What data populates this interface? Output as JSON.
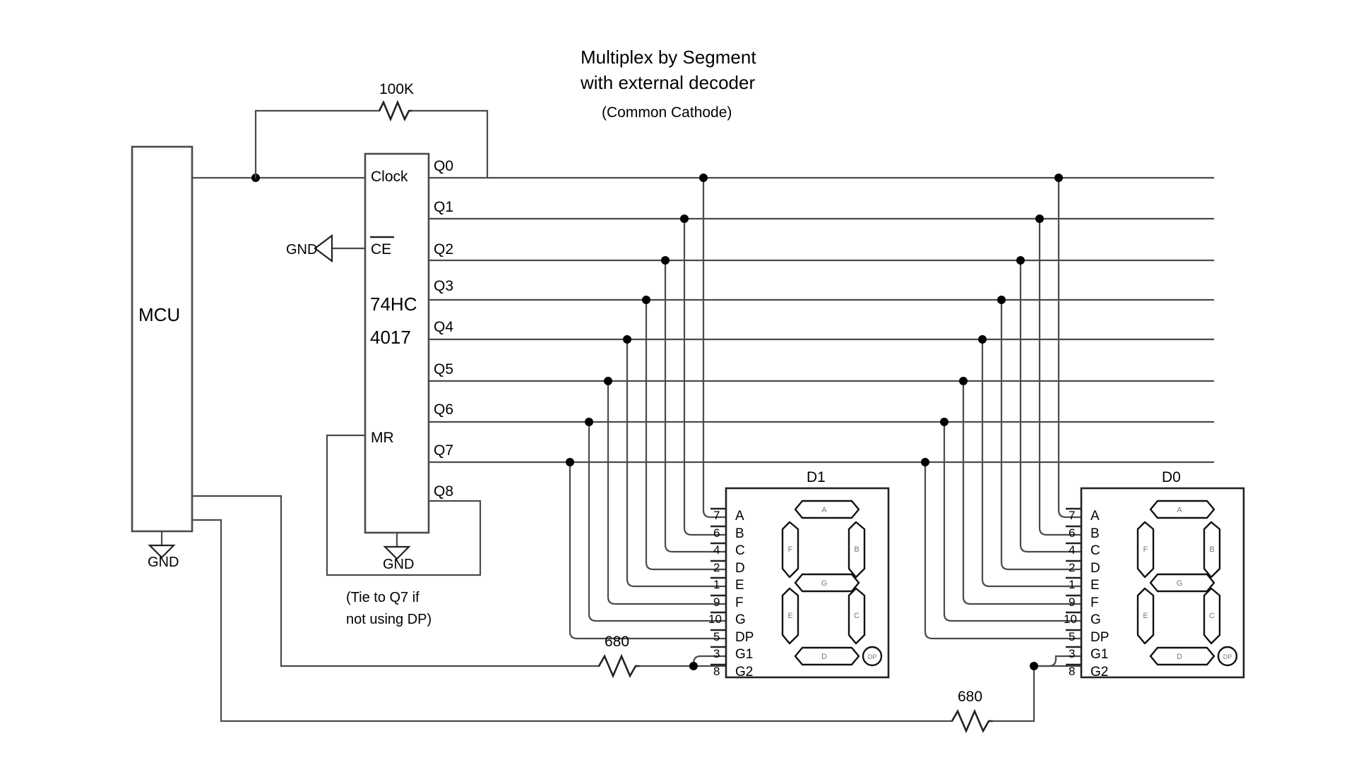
{
  "title": {
    "line1": "Multiplex by Segment",
    "line2": "with external decoder",
    "line3": "(Common Cathode)"
  },
  "mcu": {
    "label": "MCU",
    "gnd_label": "GND"
  },
  "counter_ic": {
    "part_line1": "74HC",
    "part_line2": "4017",
    "inputs": [
      {
        "name": "Clock",
        "label": "Clock"
      },
      {
        "name": "CE",
        "label": "CE",
        "overbar": true
      },
      {
        "name": "MR",
        "label": "MR"
      }
    ],
    "ce_source_label": "GND",
    "gnd_label": "GND",
    "outputs": [
      {
        "label": "Q0"
      },
      {
        "label": "Q1"
      },
      {
        "label": "Q2"
      },
      {
        "label": "Q3"
      },
      {
        "label": "Q4"
      },
      {
        "label": "Q5"
      },
      {
        "label": "Q6"
      },
      {
        "label": "Q7"
      },
      {
        "label": "Q8"
      }
    ],
    "note_line1": "(Tie to Q7 if",
    "note_line2": "not using DP)"
  },
  "resistors": {
    "pullup": {
      "value": "100K"
    },
    "digit1_cathode": {
      "value": "680"
    },
    "digit0_cathode": {
      "value": "680"
    }
  },
  "displays": [
    {
      "name": "D1",
      "label": "D1",
      "pins": [
        {
          "num": "7",
          "label": "A"
        },
        {
          "num": "6",
          "label": "B"
        },
        {
          "num": "4",
          "label": "C"
        },
        {
          "num": "2",
          "label": "D"
        },
        {
          "num": "1",
          "label": "E"
        },
        {
          "num": "9",
          "label": "F"
        },
        {
          "num": "10",
          "label": "G"
        },
        {
          "num": "5",
          "label": "DP"
        },
        {
          "num": "3",
          "label": "G1"
        },
        {
          "num": "8",
          "label": "G2"
        }
      ],
      "segments": [
        "A",
        "B",
        "C",
        "D",
        "E",
        "F",
        "G"
      ],
      "decimal_point": "DP"
    },
    {
      "name": "D0",
      "label": "D0",
      "pins": [
        {
          "num": "7",
          "label": "A"
        },
        {
          "num": "6",
          "label": "B"
        },
        {
          "num": "4",
          "label": "C"
        },
        {
          "num": "2",
          "label": "D"
        },
        {
          "num": "1",
          "label": "E"
        },
        {
          "num": "9",
          "label": "F"
        },
        {
          "num": "10",
          "label": "G"
        },
        {
          "num": "5",
          "label": "DP"
        },
        {
          "num": "3",
          "label": "G1"
        },
        {
          "num": "8",
          "label": "G2"
        }
      ],
      "segments": [
        "A",
        "B",
        "C",
        "D",
        "E",
        "F",
        "G"
      ],
      "decimal_point": "DP"
    }
  ],
  "colors": {
    "wire": "#4a4a4a",
    "outline": "#222222",
    "background": "#ffffff"
  }
}
